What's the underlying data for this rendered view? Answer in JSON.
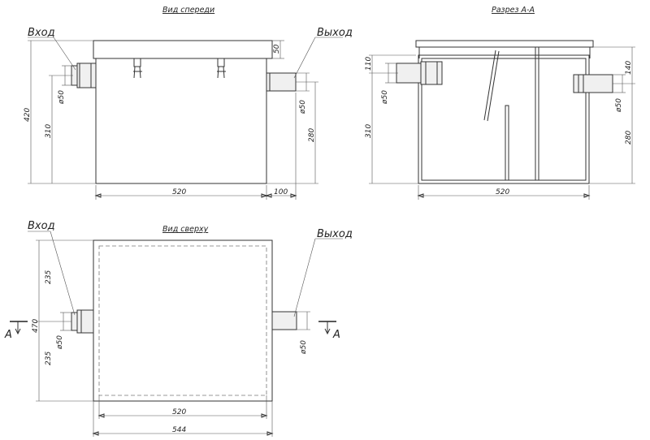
{
  "views": {
    "front": {
      "title": "Вид спереди"
    },
    "section": {
      "title": "Разрез А-А"
    },
    "top": {
      "title": "Вид сверху"
    }
  },
  "labels": {
    "inlet": "Вход",
    "outlet": "Выход",
    "section_mark": "А"
  },
  "dimensions": {
    "total_height": "420",
    "lid_height": "50",
    "inlet_height": "310",
    "outlet_height": "280",
    "pipe_diameter": "ø50",
    "body_length": "520",
    "outlet_projection": "100",
    "section_inlet_offset": "110",
    "section_outlet_offset": "140",
    "total_width": "470",
    "half_width_top": "235",
    "half_width_bottom": "235",
    "overall_length": "544"
  }
}
